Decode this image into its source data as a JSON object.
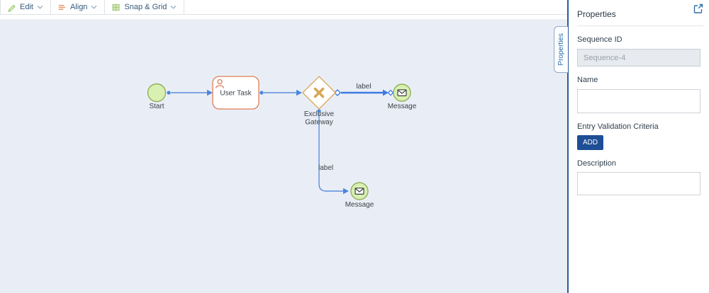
{
  "toolbar": {
    "buttons": [
      {
        "id": "edit",
        "label": "Edit",
        "icon": "pencil-icon"
      },
      {
        "id": "align",
        "label": "Align",
        "icon": "align-lines-icon"
      },
      {
        "id": "snap_grid",
        "label": "Snap & Grid",
        "icon": "grid-icon"
      }
    ]
  },
  "diagram": {
    "nodes": {
      "start": {
        "type": "start-event",
        "label": "Start"
      },
      "user_task": {
        "type": "user-task",
        "label": "User Task"
      },
      "gateway": {
        "type": "exclusive-gateway",
        "label_line1": "Exclusive",
        "label_line2": "Gateway"
      },
      "message_right": {
        "type": "message-event",
        "label": "Message"
      },
      "message_bottom": {
        "type": "message-event",
        "label": "Message"
      }
    },
    "edges": {
      "gateway_to_message_right": {
        "label": "label",
        "selected": true
      },
      "gateway_to_message_bottom": {
        "label": "label"
      }
    }
  },
  "properties_panel": {
    "side_tab_label": "Properties",
    "title": "Properties",
    "sequence_id": {
      "label": "Sequence ID",
      "value": "Sequence-4",
      "disabled": true
    },
    "name": {
      "label": "Name",
      "value": ""
    },
    "entry_validation_criteria": {
      "label": "Entry Validation Criteria",
      "add_button_label": "ADD"
    },
    "description": {
      "label": "Description",
      "value": ""
    }
  },
  "colors": {
    "canvas_background": "#e9eef6",
    "event_fill": "#d8f0b2",
    "event_border": "#93af5a",
    "task_border": "#e07d56",
    "gateway_border": "#d9a658",
    "edge_blue": "#5b8ddb",
    "selected_edge_blue": "#3d7be2",
    "panel_divider_blue": "#2b5c9d",
    "add_button_background": "#1d4e96"
  }
}
